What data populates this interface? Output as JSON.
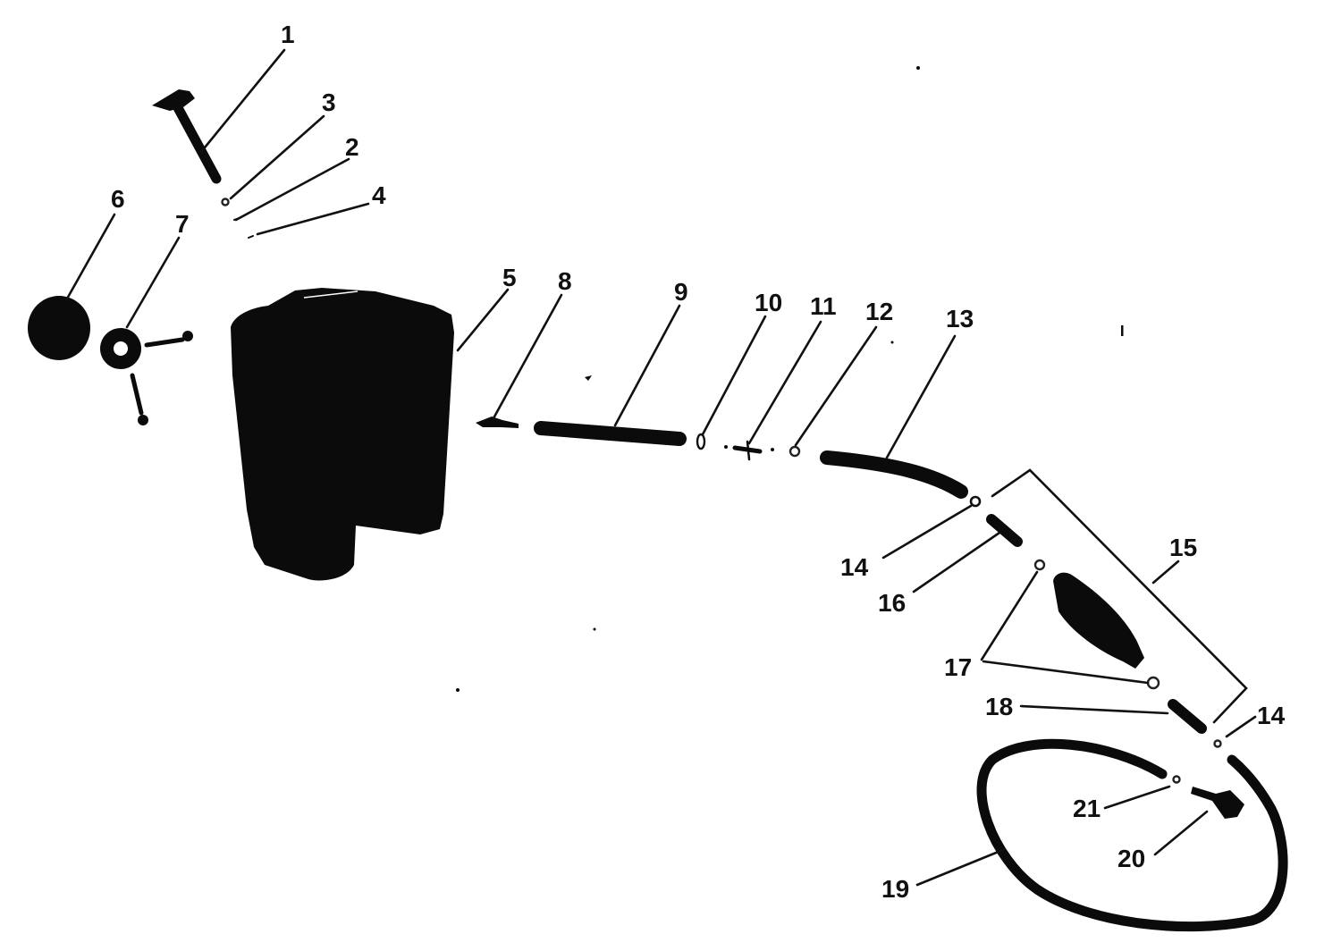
{
  "colors": {
    "ink": "#0b0b0b",
    "paper": "#ffffff"
  },
  "labels": {
    "p1": "1",
    "p2": "2",
    "p3": "3",
    "p4": "4",
    "p5": "5",
    "p6": "6",
    "p7": "7",
    "p8": "8",
    "p9": "9",
    "p10": "10",
    "p11": "11",
    "p12": "12",
    "p13": "13",
    "p14a": "14",
    "p14b": "14",
    "p15": "15",
    "p16": "16",
    "p17": "17",
    "p18": "18",
    "p19": "19",
    "p20": "20",
    "p21": "21"
  }
}
